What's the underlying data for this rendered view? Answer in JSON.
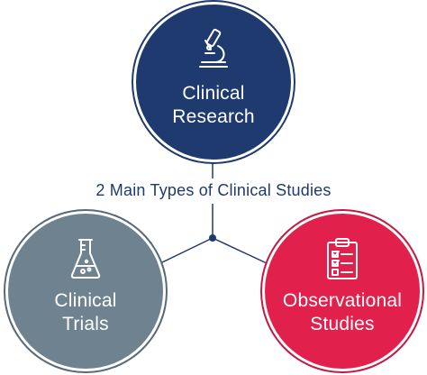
{
  "diagram": {
    "title": "2 Main Types of Clinical Studies",
    "colors": {
      "research": "#1f3a6e",
      "trials": "#6f8290",
      "observational": "#e2204c",
      "connector": "#1f3a6e"
    },
    "nodes": {
      "research": {
        "icon": "microscope-icon",
        "line1": "Clinical",
        "line2": "Research"
      },
      "trials": {
        "icon": "flask-icon",
        "line1": "Clinical",
        "line2": "Trials"
      },
      "observational": {
        "icon": "clipboard-checklist-icon",
        "line1": "Observational",
        "line2": "Studies"
      }
    }
  }
}
